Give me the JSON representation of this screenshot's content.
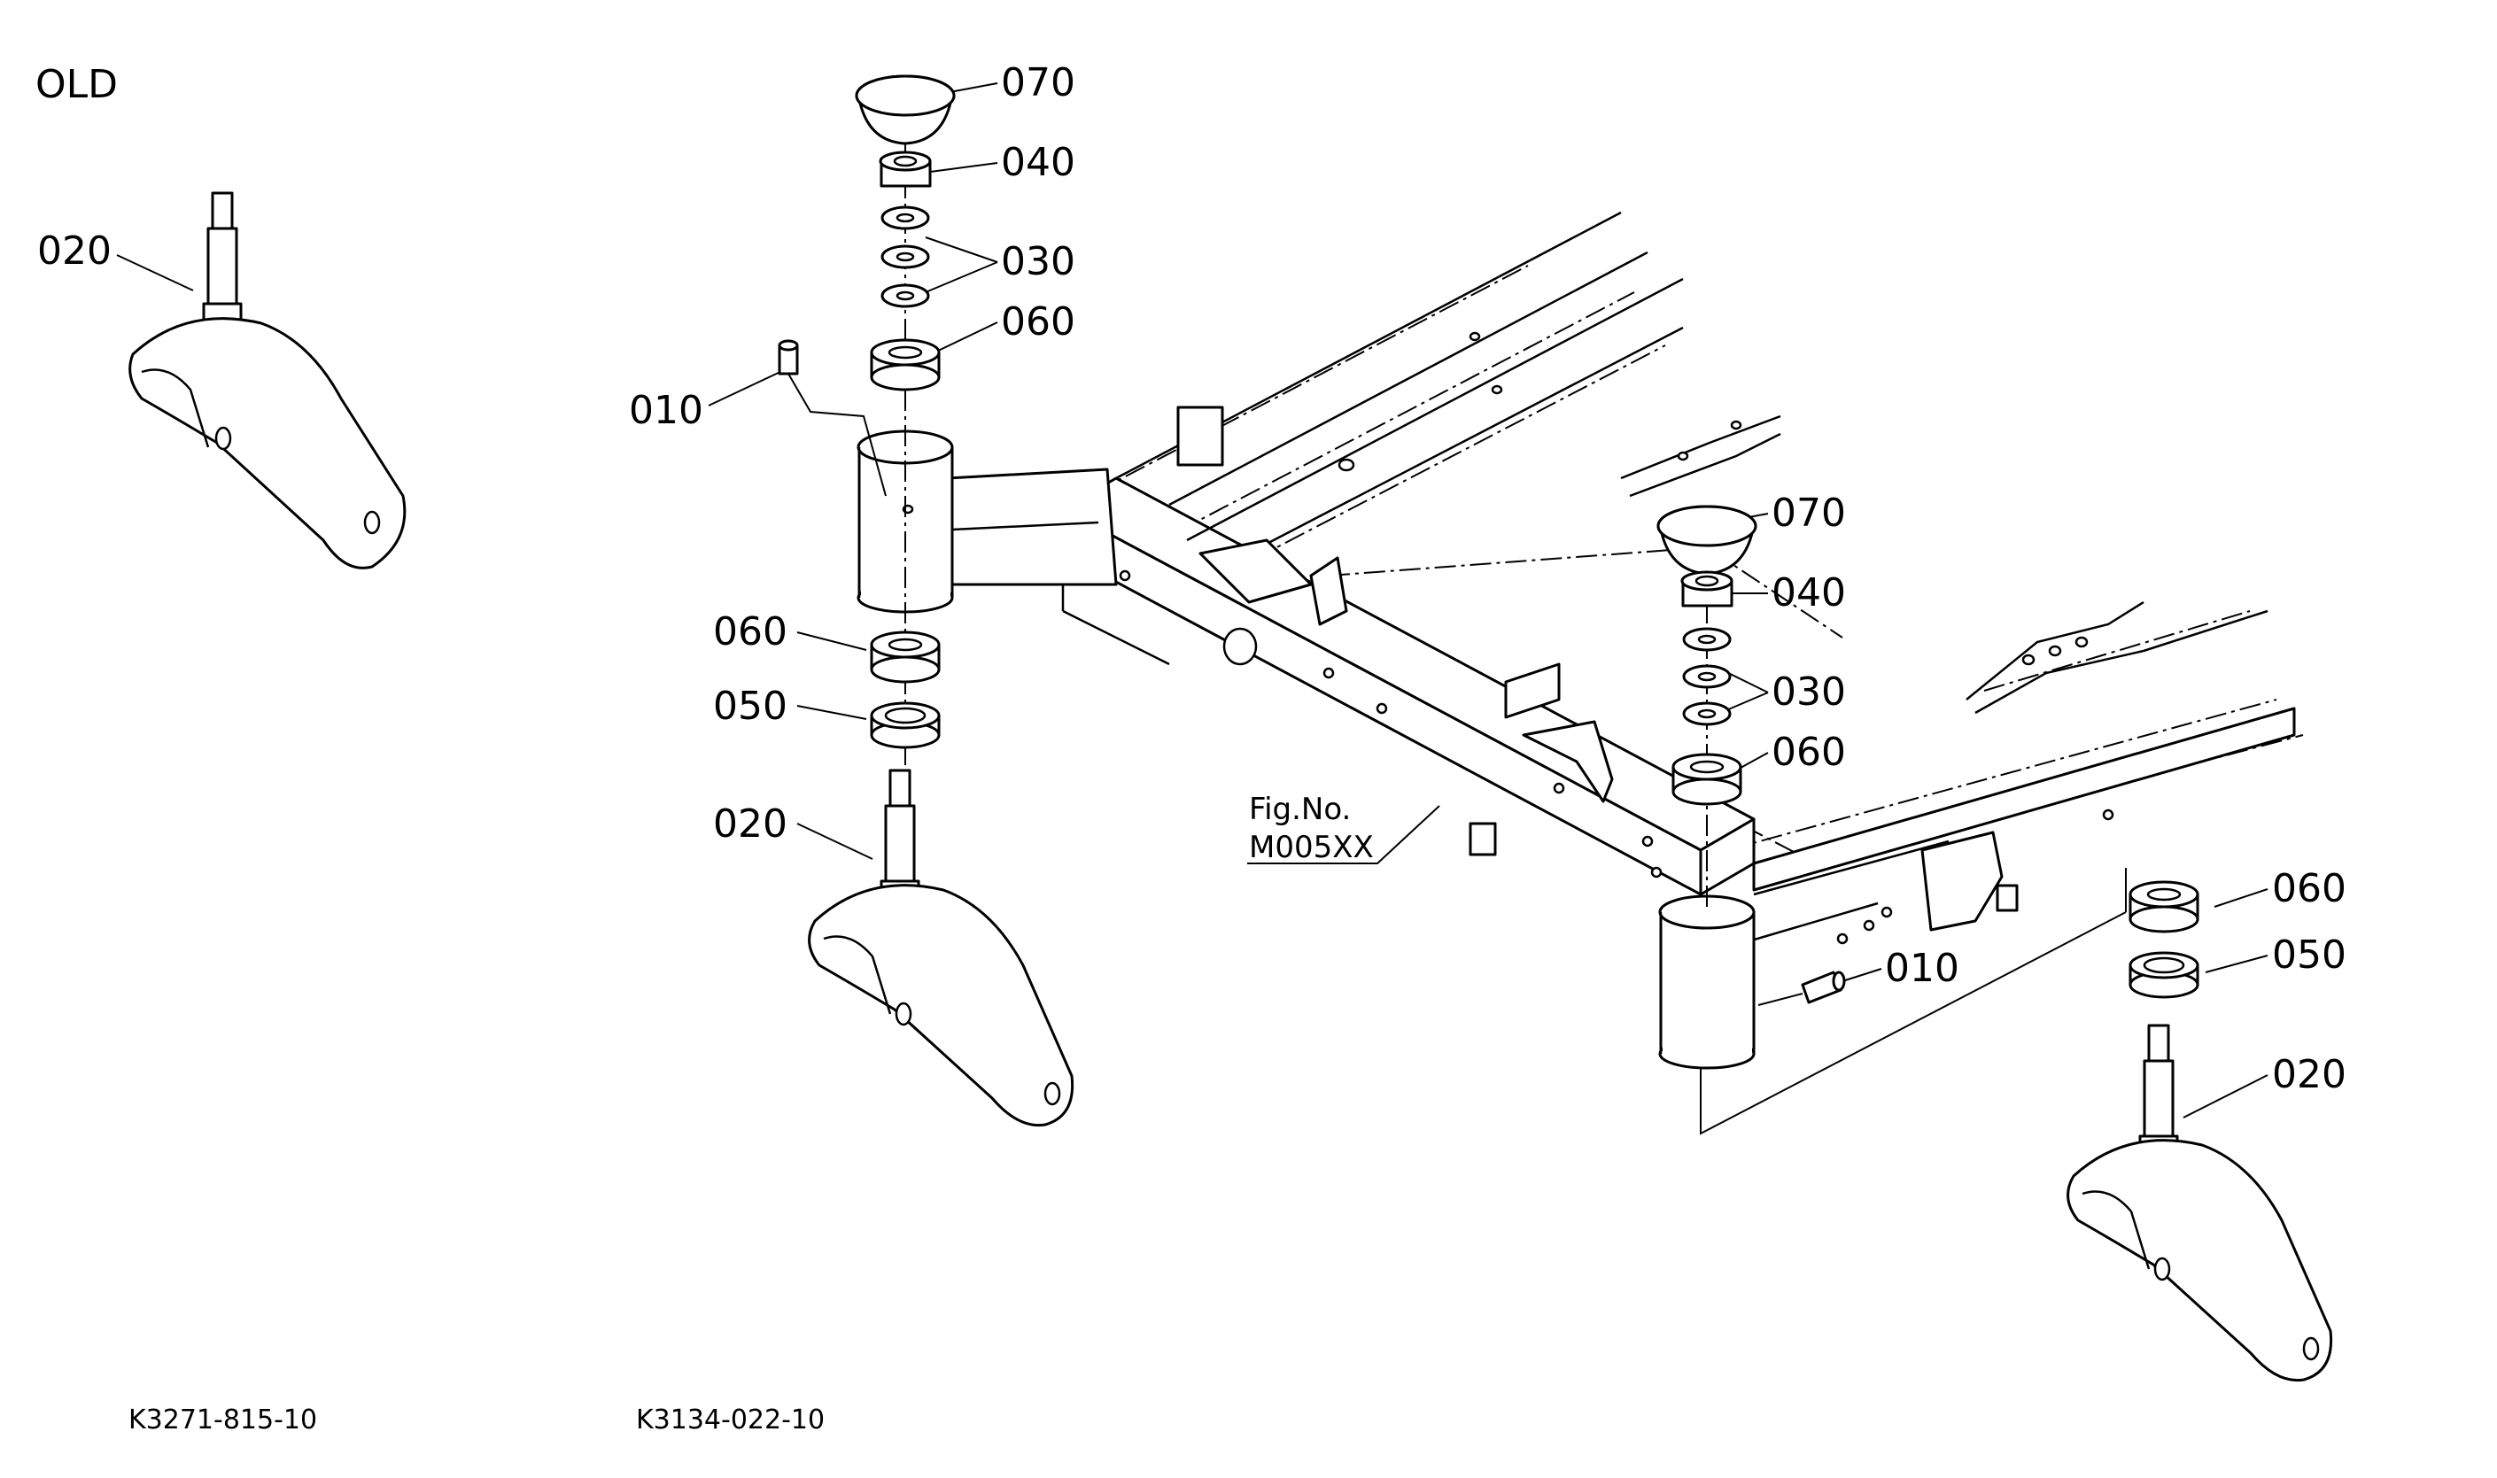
{
  "title": "OLD",
  "figure_reference": {
    "line1": "Fig.No.",
    "line2": "M005XX"
  },
  "codes": {
    "left": "K3271-815-10",
    "right": "K3134-022-10"
  },
  "callouts": {
    "old_020": "020",
    "l_070": "070",
    "l_040": "040",
    "l_030": "030",
    "l_060_top": "060",
    "l_010": "010",
    "l_060_bot": "060",
    "l_050": "050",
    "l_020": "020",
    "r_070": "070",
    "r_040": "040",
    "r_030": "030",
    "r_060_top": "060",
    "r_010": "010",
    "r_060_bot": "060",
    "r_050": "050",
    "r_020": "020"
  }
}
